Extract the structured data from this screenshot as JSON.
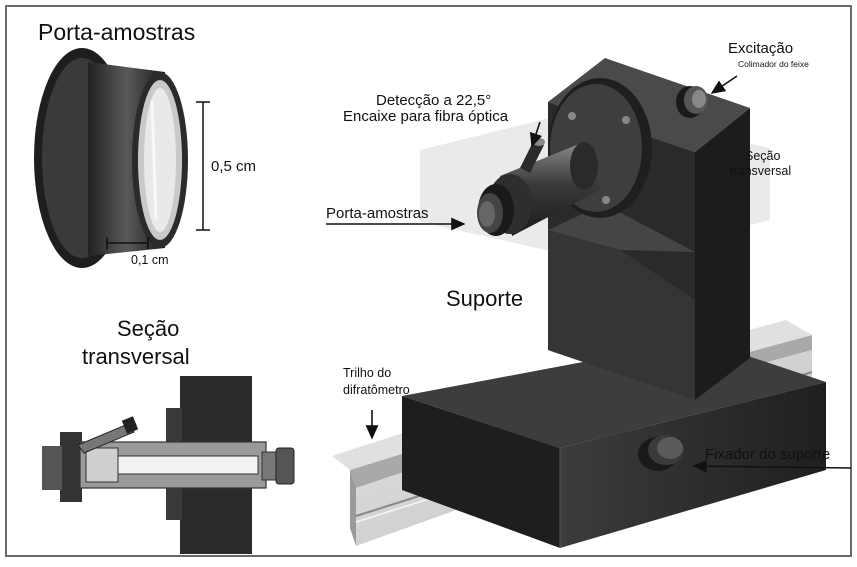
{
  "diagram": {
    "labels": {
      "sample_holder_title": "Porta-amostras",
      "height_dim": "0,5 cm",
      "thickness_dim": "0,1 cm",
      "cross_section_line1": "Seção",
      "cross_section_line2": "transversal",
      "detection_line1": "Detecção a 22,5°",
      "detection_line2": "Encaixe para fibra óptica",
      "excitation": "Excitação",
      "beam_collimator": "Colimador do feixe",
      "cross_section_small_line1": "Seção",
      "cross_section_small_line2": "transversal",
      "sample_holder_arrow": "Porta-amostras",
      "support": "Suporte",
      "rail_line1": "Trilho do",
      "rail_line2": "difratômetro",
      "support_fixer": "Fixador do suporte"
    },
    "colors": {
      "dark_metal": "#2b2b2b",
      "mid_metal": "#4a4a4a",
      "light_metal": "#777777",
      "rail": "#d4d4d4",
      "frame": "#6a6a6a"
    }
  }
}
